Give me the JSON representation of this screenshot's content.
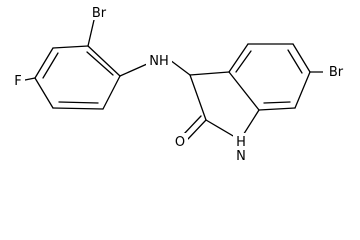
{
  "diagram": {
    "type": "chemical-structure",
    "bond_color": "#000000",
    "background": "#ffffff"
  },
  "atoms": {
    "br_top": "Br",
    "nh_amine": "NH",
    "f": "F",
    "br_right": "Br",
    "o": "O",
    "h_ring": "H",
    "n_ring": "N"
  }
}
